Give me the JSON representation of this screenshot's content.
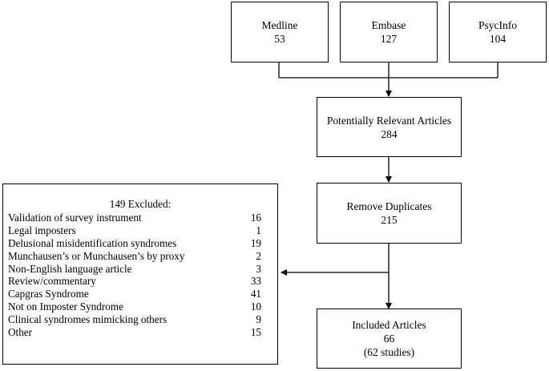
{
  "sources": [
    {
      "name": "Medline",
      "count": "53"
    },
    {
      "name": "Embase",
      "count": "127"
    },
    {
      "name": "PsycInfo",
      "count": "104"
    }
  ],
  "relevant": {
    "label": "Potentially Relevant Articles",
    "count": "284"
  },
  "duplicates": {
    "label": "Remove Duplicates",
    "count": "215"
  },
  "included": {
    "label": "Included Articles",
    "count": "66",
    "note": "(62 studies)"
  },
  "excluded": {
    "title": "149 Excluded:",
    "reasons": [
      {
        "label": "Validation of survey instrument",
        "count": "16"
      },
      {
        "label": "Legal imposters",
        "count": "1"
      },
      {
        "label": "Delusional misidentification syndromes",
        "count": "19"
      },
      {
        "label": "Munchausen’s or Munchausen’s by proxy",
        "count": "2"
      },
      {
        "label": "Non-English language article",
        "count": "3"
      },
      {
        "label": "Review/commentary",
        "count": "33"
      },
      {
        "label": "Capgras Syndrome",
        "count": "41"
      },
      {
        "label": "Not on Imposter Syndrome",
        "count": "10"
      },
      {
        "label": "Clinical syndromes mimicking others",
        "count": "9"
      },
      {
        "label": "Other",
        "count": "15"
      }
    ]
  }
}
